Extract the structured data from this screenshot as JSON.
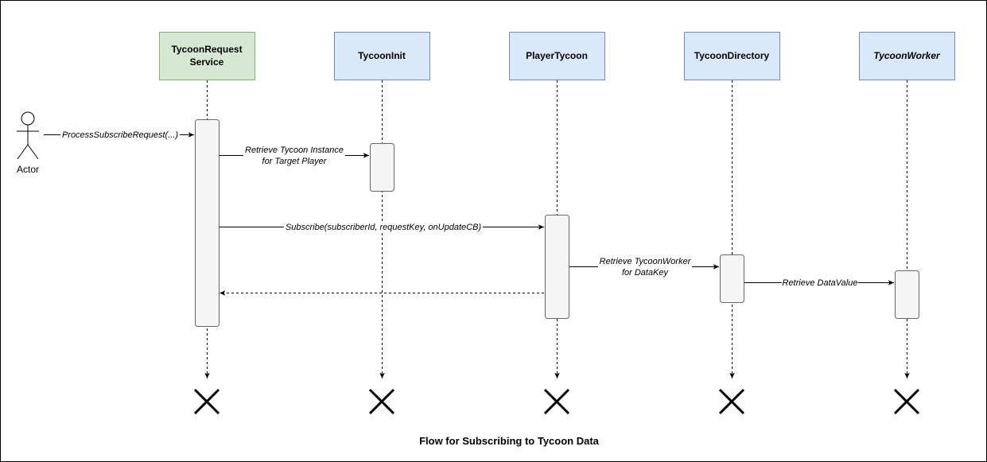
{
  "diagram": {
    "caption": "Flow for Subscribing to Tycoon Data",
    "actor": {
      "label": "Actor"
    },
    "participants": [
      {
        "id": "trs",
        "line1": "TycoonRequest",
        "line2": "Service",
        "style": "green",
        "italic": false
      },
      {
        "id": "init",
        "line1": "TycoonInit",
        "style": "blue",
        "italic": false
      },
      {
        "id": "player",
        "line1": "PlayerTycoon",
        "style": "blue",
        "italic": false
      },
      {
        "id": "dir",
        "line1": "TycoonDirectory",
        "style": "blue",
        "italic": false
      },
      {
        "id": "worker",
        "line1": "TycoonWorker",
        "style": "blue",
        "italic": true
      }
    ],
    "messages": [
      {
        "from": "actor",
        "to": "trs",
        "line1": "ProcessSubscribeRequest(...)",
        "kind": "call"
      },
      {
        "from": "trs",
        "to": "init",
        "line1": "Retrieve Tycoon Instance",
        "line2": "for Target Player",
        "kind": "call"
      },
      {
        "from": "trs",
        "to": "player",
        "line1": "Subscribe(subscriberId, requestKey, onUpdateCB)",
        "kind": "call"
      },
      {
        "from": "player",
        "to": "dir",
        "line1": "Retrieve TycoonWorker",
        "line2": "for DataKey",
        "kind": "call"
      },
      {
        "from": "dir",
        "to": "worker",
        "line1": "Retrieve DataValue",
        "kind": "call"
      },
      {
        "from": "player",
        "to": "trs",
        "kind": "return"
      }
    ],
    "colors": {
      "green_fill": "#d5e8d4",
      "green_stroke": "#82b366",
      "blue_fill": "#dae8fc",
      "blue_stroke": "#6c8ebf",
      "activation_fill": "#f5f5f5",
      "activation_stroke": "#666666"
    }
  }
}
